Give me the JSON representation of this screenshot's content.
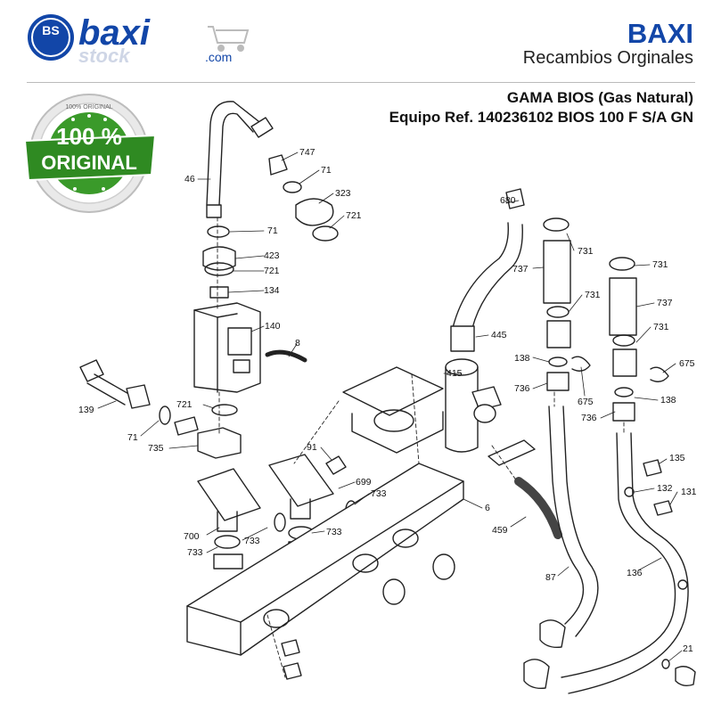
{
  "header": {
    "logo_word_top": "baxi",
    "logo_word_bottom": "stock",
    "logo_domain": ".com",
    "logo_badge_letters": "BS",
    "brand": "BAXI",
    "brand_subtitle": "Recambios Orginales"
  },
  "title": {
    "line1": "GAMA BIOS (Gas Natural)",
    "line2": "Equipo Ref. 140236102 BIOS 100 F S/A GN"
  },
  "seal": {
    "big_text": "100 %",
    "word": "ORIGINAL",
    "ring_text": "100% ORIGINAL"
  },
  "colors": {
    "brand_blue": "#1246a8",
    "seal_green": "#3a9a2a",
    "line": "#222222"
  },
  "parts": {
    "p46": "46",
    "p747": "747",
    "p71a": "71",
    "p323": "323",
    "p721a": "721",
    "p71b": "71",
    "p423": "423",
    "p721b": "721",
    "p134": "134",
    "p140": "140",
    "p8": "8",
    "p139": "139",
    "p721c": "721",
    "p71c": "71",
    "p735": "735",
    "p91": "91",
    "p699": "699",
    "p733a": "733",
    "p700": "700",
    "p733b": "733",
    "p733c": "733",
    "p733d": "733",
    "p6": "6",
    "p680": "680",
    "p445": "445",
    "p415": "415",
    "p459": "459",
    "p731a": "731",
    "p737a": "737",
    "p731b": "731",
    "p138a": "138",
    "p736a": "736",
    "p675a": "675",
    "p731c": "731",
    "p737b": "737",
    "p731d": "731",
    "p675b": "675",
    "p138b": "138",
    "p736b": "736",
    "p135": "135",
    "p132": "132",
    "p131": "131",
    "p87": "87",
    "p136": "136",
    "p21": "21"
  }
}
